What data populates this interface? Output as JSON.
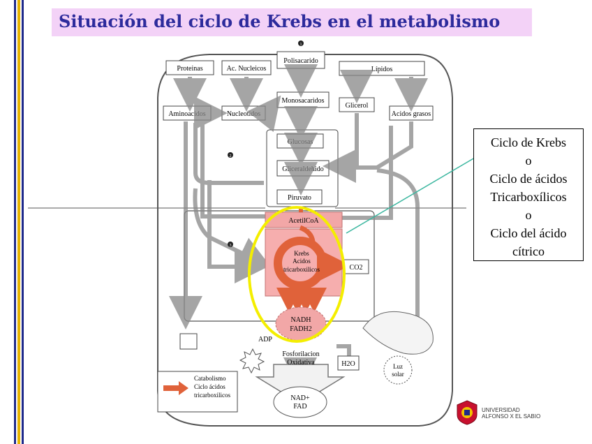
{
  "title": "Situación del ciclo de Krebs en el metabolismo",
  "diagram": {
    "top": {
      "proteinas": "Proteinas",
      "ac_nucleicos": "Ac. Nucleicos",
      "polisacarido": "Polisacarido",
      "lipidos": "Lípidos"
    },
    "row2": {
      "aminoacidos": "Aminoacidos",
      "nucleotidos": "Nucleotidos",
      "monosacaridos": "Monosacaridos",
      "glicerol": "Glicerol",
      "acidos_grasos": "Acidos grasos"
    },
    "glycolysis": {
      "glucosas": "Glucosas",
      "gliceraldehido": "Gliceraldehido",
      "piruvato": "Piruvato"
    },
    "acetilcoa": "AcetilCoA",
    "krebs": [
      "Krebs",
      "Acidos",
      "tricarboxilicos"
    ],
    "co2": "CO2",
    "nadh": [
      "NADH",
      "FADH2"
    ],
    "adp": "ADP",
    "fosforilacion": [
      "Fosforilacion",
      "Oxidativa"
    ],
    "h2o": "H2O",
    "luz": [
      "Luz",
      "solar"
    ],
    "nad": [
      "NAD+",
      "FAD"
    ],
    "stage_markers": [
      "1",
      "2",
      "3"
    ],
    "legend": [
      "Catabolismo",
      "Ciclo ácidos",
      "tricarboxilicos"
    ]
  },
  "callout": [
    "Ciclo de Krebs",
    "o",
    "Ciclo de ácidos",
    "Tricarboxílicos",
    "o",
    "Ciclo del ácido",
    "cítrico"
  ],
  "university": [
    "UNIVERSIDAD",
    "ALFONSO X EL SABIO"
  ],
  "colors": {
    "title_bg": "#f3d2f7",
    "title_text": "#2d2b9c",
    "krebs_orange": "#e0623a",
    "highlight_yellow": "#f4ee00",
    "callout_line": "#3cb7a0",
    "left_bar_blue": "#1f2a8a",
    "left_bar_gold": "#e6b300"
  }
}
